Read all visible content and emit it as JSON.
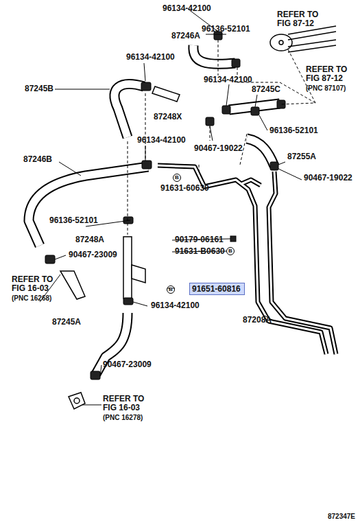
{
  "diagram": {
    "nodes": [
      {
        "text": [
          "91651-60816"
        ]
      }
    ],
    "labels": [
      "96134-42100",
      "REFER TO FIG 87-12",
      "87246A",
      "96136-52101",
      "96134-42100",
      "REFER TO FIG 87-12",
      "(PNC 87107)",
      "96134-42100",
      "87245B",
      "87245C",
      "87248X",
      "96136-52101",
      "96134-42100",
      "90467-19022",
      "87255A",
      "87246B",
      "90467-19022",
      "B",
      "91631-60630",
      "96136-52101",
      "87248A",
      "90179-06161",
      "B",
      "91631-B0630",
      "90467-23009",
      "REFER TO FIG 16-03",
      "(PNC 16268)",
      "B",
      "96134-42100",
      "87245A",
      "87208A",
      "90467-23009",
      "REFER TO FIG 16-03",
      "(PNC 16278)",
      "872347E"
    ]
  }
}
